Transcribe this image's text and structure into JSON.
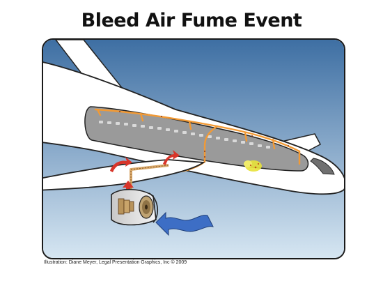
{
  "title": "Bleed Air Fume Event",
  "credit": "Illustration: Diane Meyer, Legal Presentation Graphics,  Inc © 2009",
  "colors": {
    "sky_top": "#3e6fa3",
    "sky_bottom": "#d6e6f2",
    "fuselage": "#ffffff",
    "cabin_interior": "#9a9a9a",
    "duct": "#f29a35",
    "bleed_arrow": "#d8352a",
    "intake_airflow": "#3d6ec5",
    "fume_cloud": "#e8e23a"
  },
  "icons": {
    "bleed_arrows": "red-curved-arrow",
    "intake_airflow": "blue-wavy-arrow"
  }
}
